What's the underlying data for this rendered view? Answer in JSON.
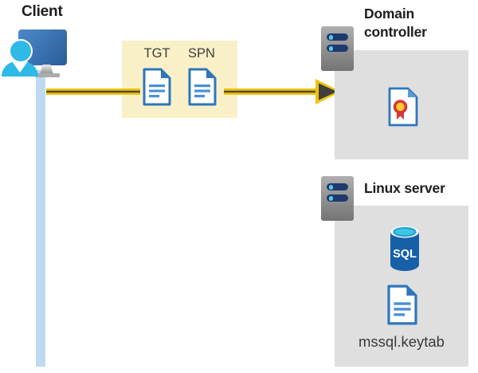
{
  "client": {
    "label": "Client"
  },
  "ticket_box": {
    "tgt_label": "TGT",
    "spn_label": "SPN"
  },
  "domain_controller": {
    "label": "Domain controller"
  },
  "linux_server": {
    "label": "Linux server",
    "sql_label": "SQL",
    "keytab_label": "mssql.keytab"
  },
  "colors": {
    "arrow_yellow": "#F0C30B",
    "arrow_dark": "#4D4B3D",
    "ticket_box_bg": "#FAF0C8",
    "panel_gray": "#DFDFDF",
    "doc_blue": "#2E76BB",
    "doc_line_blue": "#4A90D5",
    "client_line_blue": "#BFD9F3",
    "person_cyan": "#2EB9E7",
    "server_bar_navy": "#1E3A6E",
    "server_dot_cyan": "#5BC8EC",
    "sql_body_blue": "#1660A8",
    "cert_red": "#D6373C",
    "cert_yellow": "#FFCE29",
    "text_dark": "#1d1d1d"
  }
}
